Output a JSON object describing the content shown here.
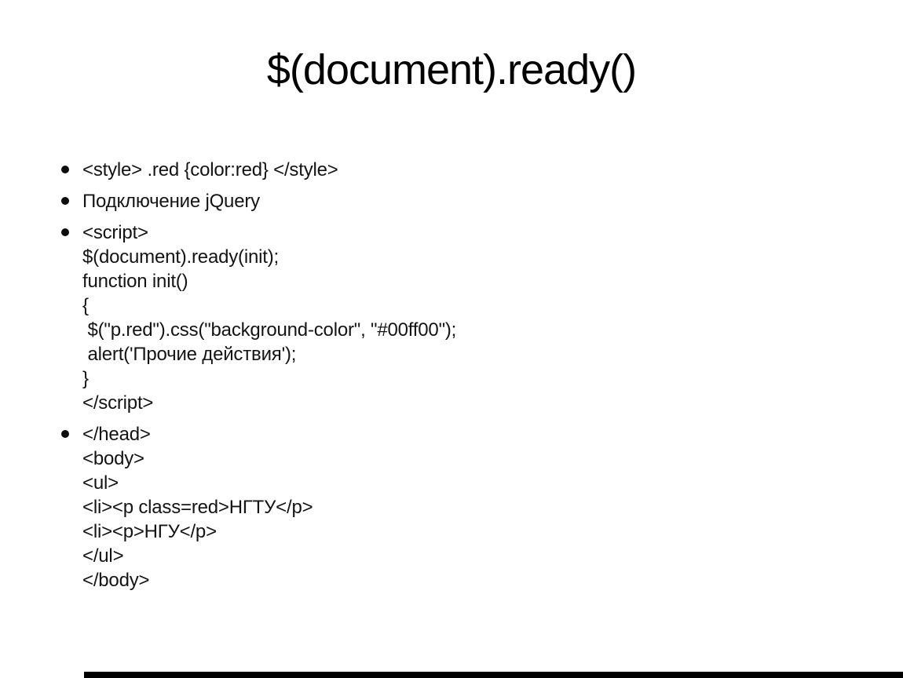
{
  "slide": {
    "title": "$(document).ready()"
  },
  "bullets": [
    {
      "lines": [
        "<style> .red {color:red} </style>"
      ]
    },
    {
      "lines": [
        "Подключение jQuery"
      ]
    },
    {
      "lines": [
        "<script>",
        "$(document).ready(init);",
        "function init()",
        "{",
        " $(\"p.red\").css(\"background-color\", \"#00ff00\");",
        " alert('Прочие действия');",
        "}",
        "</script>"
      ]
    },
    {
      "lines": [
        "</head>",
        "<body>",
        "<ul>",
        "<li><p class=red>НГТУ</p>",
        "<li><p>НГУ</p>",
        "</ul>",
        "</body>"
      ]
    }
  ],
  "icons": {
    "bullet-dot": "filled-circle"
  },
  "colors": {
    "background": "#ffffff",
    "title_text": "#000000",
    "body_text": "#141414",
    "bottom_bar": "#000000"
  }
}
